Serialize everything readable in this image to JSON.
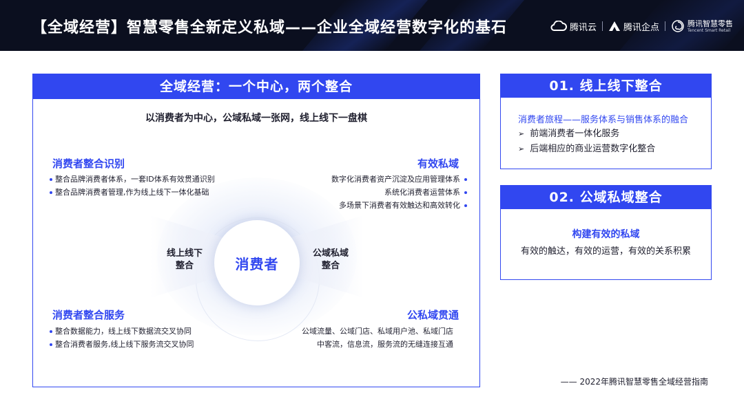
{
  "header": {
    "title": "【全域经营】智慧零售全新定义私域——企业全域经营数字化的基石",
    "logos": {
      "tencent_cloud": "腾讯云",
      "tencent_qidian": "腾讯企点",
      "smart_retail_cn": "腾讯智慧零售",
      "smart_retail_en": "Tencent Smart Retail"
    }
  },
  "left_panel": {
    "banner": "全域经营：一个中心，两个整合",
    "subtitle": "以消费者为中心，公域私域一张网，线上线下一盘棋",
    "center_label": "消费者",
    "hub_left": [
      "线上线下",
      "整合"
    ],
    "hub_right": [
      "公域私域",
      "整合"
    ],
    "top_left": {
      "title": "消费者整合识别",
      "items": [
        "整合品牌消费者体系，一套ID体系有效贯通识别",
        "整合品牌消费者管理,作为线上线下一体化基础"
      ]
    },
    "top_right": {
      "title": "有效私域",
      "items": [
        "数字化消费者资产沉淀及应用管理体系",
        "系统化消费者运营体系",
        "多场景下消费者有效触达和高效转化"
      ]
    },
    "bottom_left": {
      "title": "消费者整合服务",
      "items": [
        "整合数据能力，线上线下数据流交叉协同",
        "整合消费者服务,线上线下服务流交叉协同"
      ]
    },
    "bottom_right": {
      "title": "公私域贯通",
      "items": [
        "公域流量、公域门店、私域用户池、私域门店",
        "中客流，信息流，服务流的无缝连接互通"
      ]
    }
  },
  "card1": {
    "banner": "01. 线上线下整合",
    "subtitle": "消费者旅程——服务体系与销售体系的融合",
    "items": [
      "前端消费者一体化服务",
      "后端相应的商业运营数字化整合"
    ],
    "arrow": "➢"
  },
  "card2": {
    "banner": "02. 公域私域整合",
    "subtitle": "构建有效的私域",
    "text": "有效的触达，有效的运营，有效的关系积累"
  },
  "footer": "—— 2022年腾讯智慧零售全域经营指南",
  "colors": {
    "accent": "#3147f0",
    "header_bg": "#0b0f1f",
    "text": "#1f1f2e"
  }
}
